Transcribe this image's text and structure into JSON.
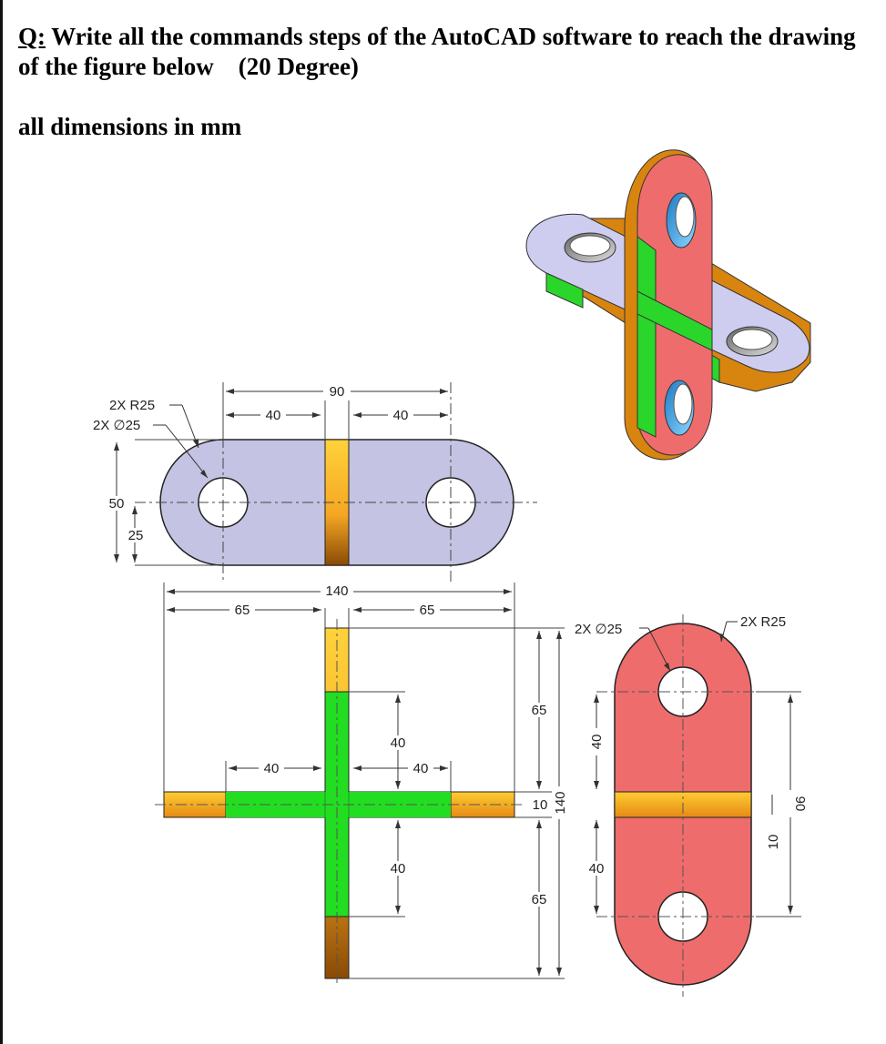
{
  "question": {
    "label": "Q:",
    "text": "Write all the commands steps of the AutoCAD software to reach the drawing of the figure below",
    "marks": "(20 Degree)"
  },
  "note": "all dimensions in mm",
  "top_view": {
    "overall_width": "90",
    "left_span": "40",
    "right_span": "40",
    "radius_callout": "2X R25",
    "hole_callout": "2X ∅25",
    "height": "50",
    "half_height": "25"
  },
  "front_view": {
    "overall_width": "140",
    "left_arm": "65",
    "right_arm": "65",
    "left_inner": "40",
    "right_inner": "40",
    "vertical_upper": "40",
    "vertical_lower": "40",
    "upper_arm": "65",
    "lower_arm": "65",
    "center_thickness": "10",
    "overall_height": "140"
  },
  "side_view": {
    "hole_callout": "2X ∅25",
    "radius_callout": "2X R25",
    "upper_span": "40",
    "lower_span": "40",
    "thickness": "10",
    "overall_height": "90"
  },
  "colors": {
    "lavender": "#c4c3e3",
    "orange": "#f5a623",
    "green": "#22dd22",
    "red": "#f07070",
    "hole_blue": "#3aa7e6"
  }
}
